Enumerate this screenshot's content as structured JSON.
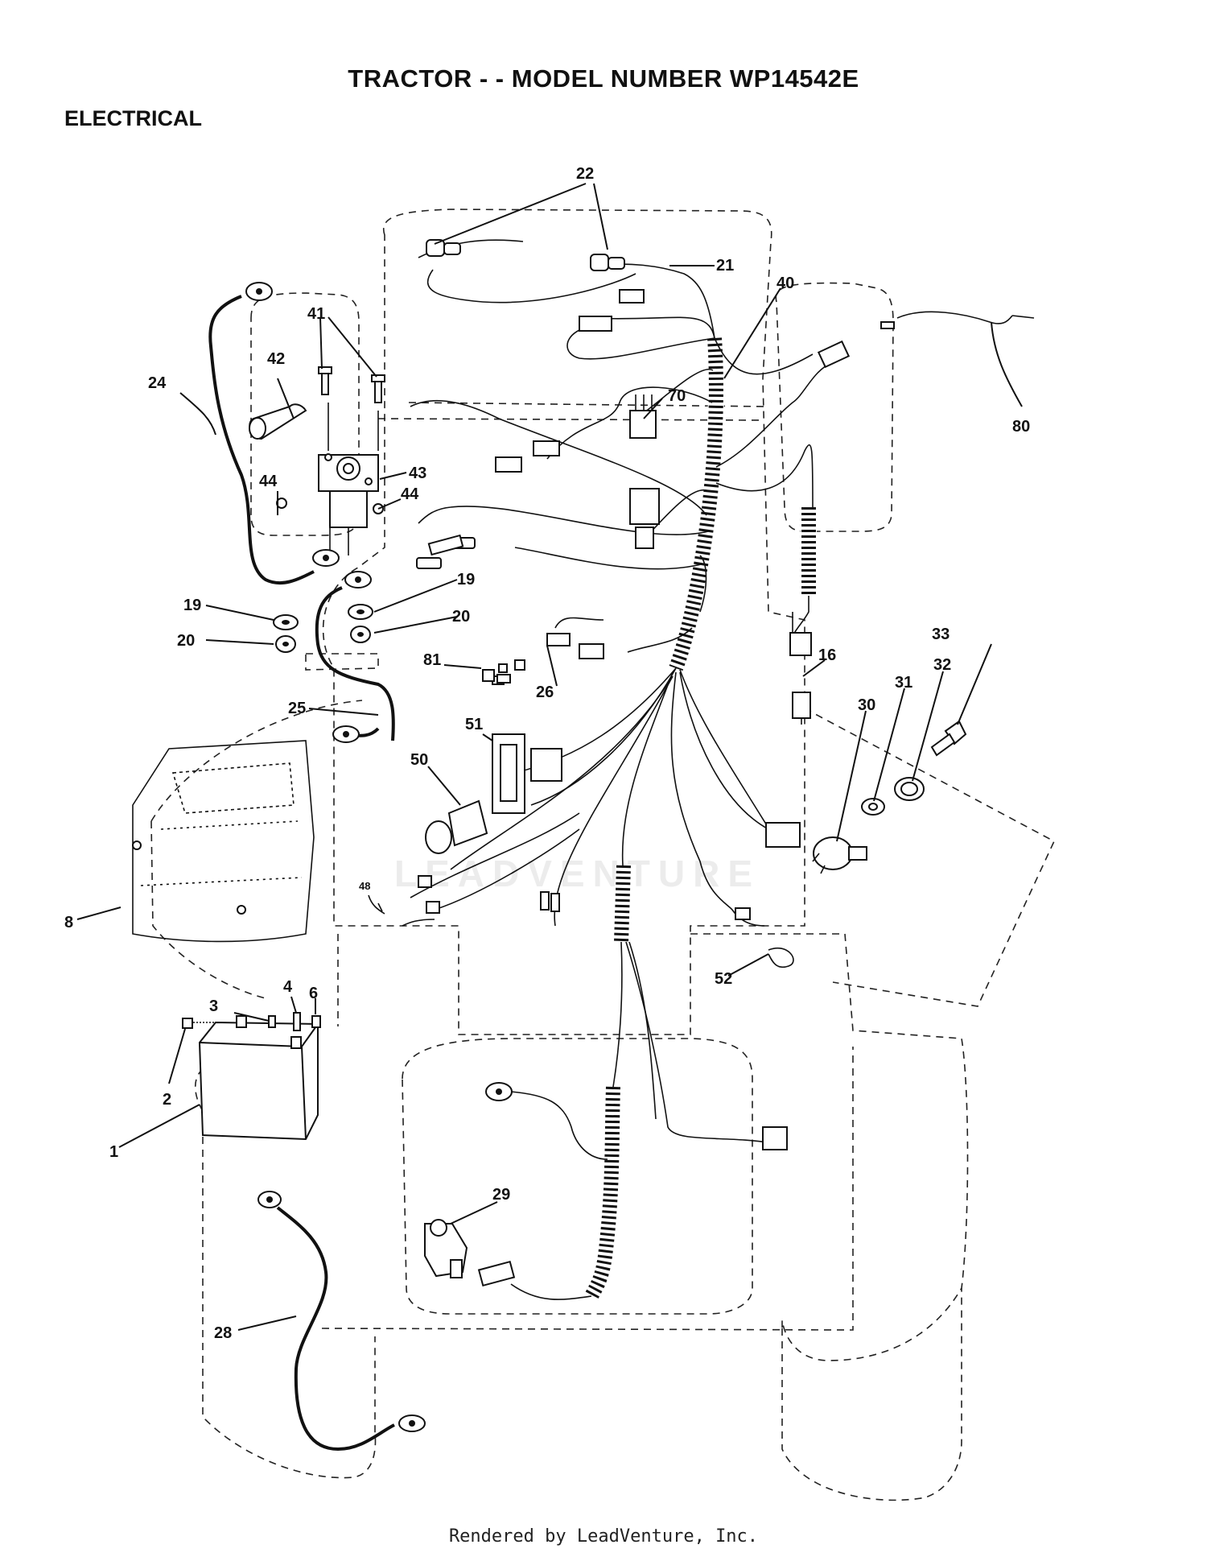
{
  "header": {
    "title": "TRACTOR - - MODEL NUMBER WP14542E",
    "section": "ELECTRICAL"
  },
  "footer": {
    "rendered_by": "Rendered by LeadVenture, Inc."
  },
  "watermark": "LEADVENTURE",
  "callouts": {
    "c1": "1",
    "c2": "2",
    "c3": "3",
    "c4": "4",
    "c6": "6",
    "c8": "8",
    "c16": "16",
    "c19a": "19",
    "c19b": "19",
    "c20a": "20",
    "c20b": "20",
    "c21": "21",
    "c22": "22",
    "c24": "24",
    "c25": "25",
    "c26": "26",
    "c28": "28",
    "c29": "29",
    "c30": "30",
    "c31": "31",
    "c32": "32",
    "c33": "33",
    "c40": "40",
    "c41": "41",
    "c42": "42",
    "c43": "43",
    "c44a": "44",
    "c44b": "44",
    "c48": "48",
    "c50": "50",
    "c51": "51",
    "c52": "52",
    "c70": "70",
    "c80": "80",
    "c81": "81"
  }
}
